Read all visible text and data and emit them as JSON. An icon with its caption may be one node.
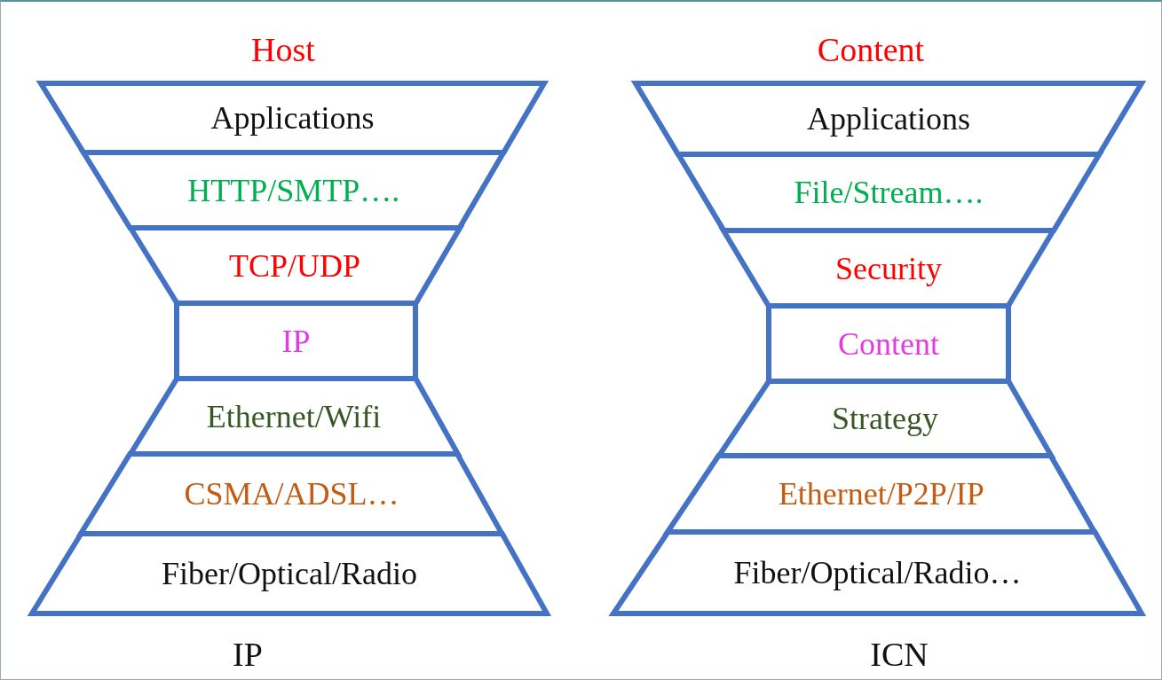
{
  "diagram": {
    "nodes": [
      {
        "text": [
          "Applications"
        ]
      },
      {
        "text": [
          "HTTP/SMTP…."
        ]
      },
      {
        "text": [
          "TCP/UDP"
        ]
      },
      {
        "text": [
          "IP"
        ]
      },
      {
        "text": [
          "Ethernet/Wifi"
        ]
      },
      {
        "text": [
          "CSMA/ADSL…"
        ]
      },
      {
        "text": [
          "Fiber/Optical/Radio"
        ]
      },
      {
        "text": [
          "Applications"
        ]
      },
      {
        "text": [
          "File/Stream…."
        ]
      },
      {
        "text": [
          "Security"
        ]
      },
      {
        "text": [
          "Content"
        ]
      },
      {
        "text": [
          "Strategy"
        ]
      },
      {
        "text": [
          "Ethernet/P2P/IP"
        ]
      },
      {
        "text": [
          "Fiber/Optical/Radio…"
        ]
      }
    ],
    "edges": [],
    "labels": [
      "Host",
      "Content",
      "IP",
      "ICN"
    ]
  }
}
